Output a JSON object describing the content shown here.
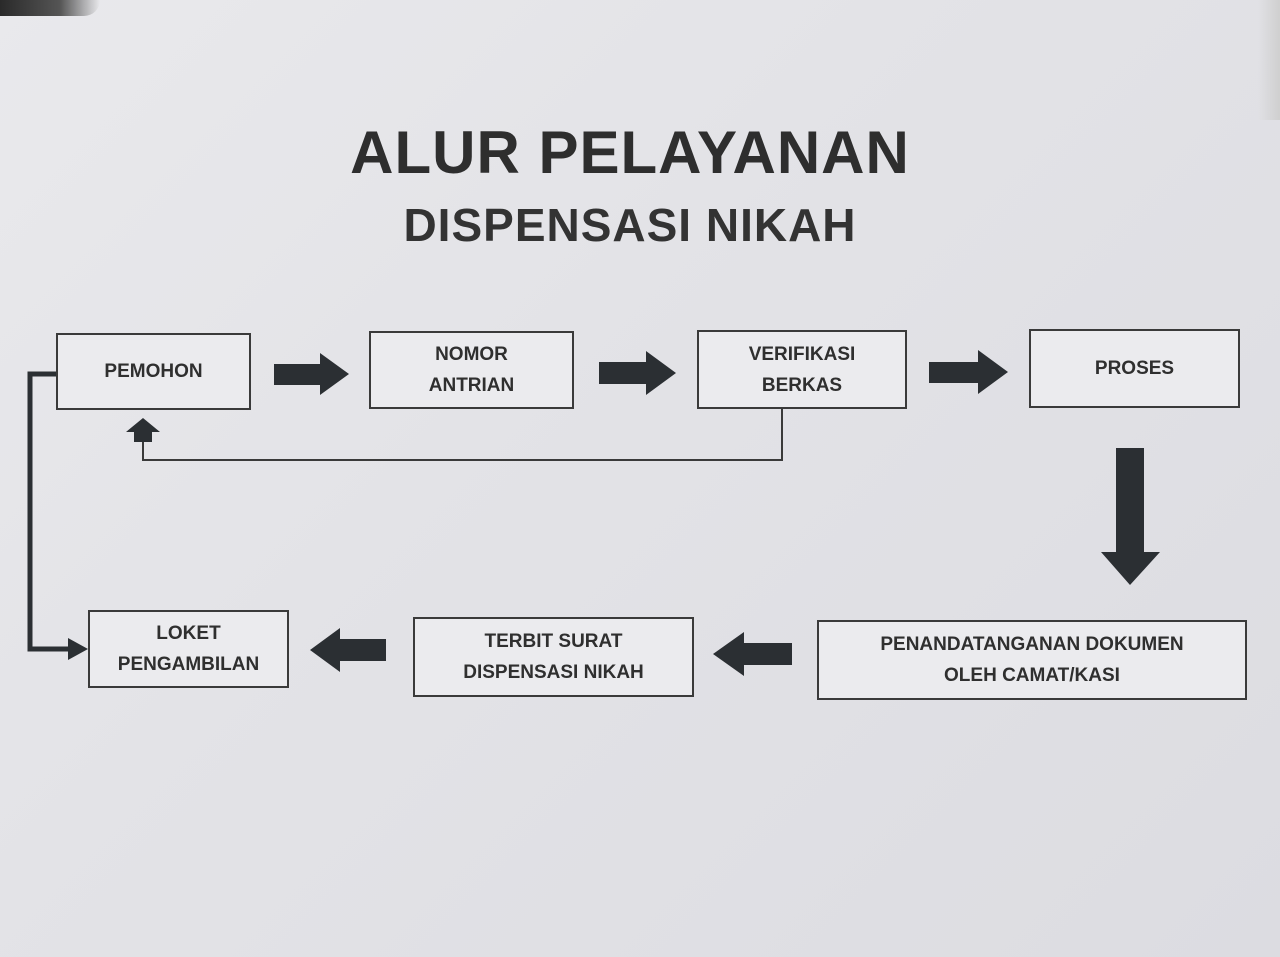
{
  "title": "ALUR PELAYANAN",
  "subtitle": "DISPENSASI NIKAH",
  "steps": [
    {
      "id": "pemohon",
      "lines": [
        "PEMOHON"
      ]
    },
    {
      "id": "nomor-antrian",
      "lines": [
        "NOMOR",
        "ANTRIAN"
      ]
    },
    {
      "id": "verifikasi-berkas",
      "lines": [
        "VERIFIKASI",
        "BERKAS"
      ]
    },
    {
      "id": "proses",
      "lines": [
        "PROSES"
      ]
    },
    {
      "id": "penandatanganan",
      "lines": [
        "PENANDATANGANAN DOKUMEN",
        "OLEH CAMAT/KASI"
      ]
    },
    {
      "id": "terbit-surat",
      "lines": [
        "TERBIT SURAT",
        "DISPENSASI NIKAH"
      ]
    },
    {
      "id": "loket-pengambilan",
      "lines": [
        "LOKET",
        "PENGAMBILAN"
      ]
    }
  ],
  "colors": {
    "box_border": "#3a3a3a",
    "arrow": "#2b2f33",
    "text": "#2f2f2f"
  }
}
